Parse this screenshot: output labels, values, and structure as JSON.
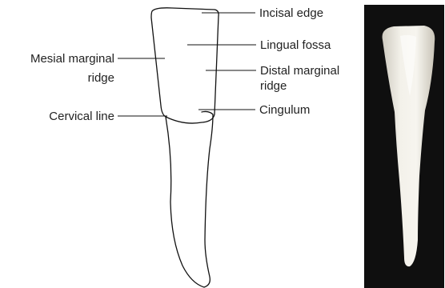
{
  "diagram": {
    "labels": {
      "incisal_edge": "Incisal edge",
      "lingual_fossa": "Lingual fossa",
      "distal_marginal_ridge_line1": "Distal marginal",
      "distal_marginal_ridge_line2": "ridge",
      "cingulum": "Cingulum",
      "mesial_marginal_ridge_line1": "Mesial marginal",
      "mesial_marginal_ridge_line2": "ridge",
      "cervical_line": "Cervical line"
    }
  }
}
